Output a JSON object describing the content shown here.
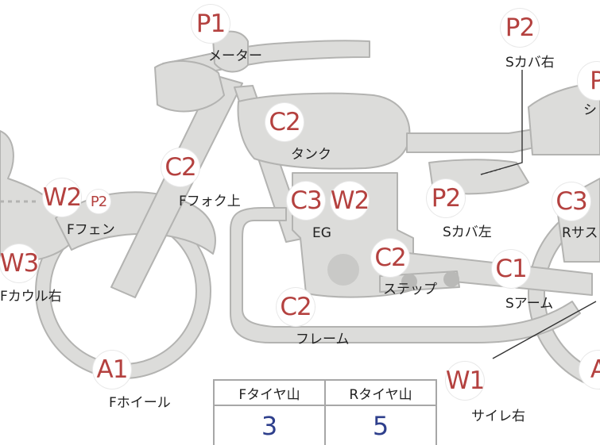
{
  "badges": [
    {
      "id": "p1-meter",
      "text": "P1"
    },
    {
      "id": "p2-scover-right",
      "text": "P2"
    },
    {
      "id": "p-seat-partial",
      "text": "P"
    },
    {
      "id": "c2-tank",
      "text": "C2"
    },
    {
      "id": "c2-ffork-upper",
      "text": "C2"
    },
    {
      "id": "w2-ffender",
      "text": "W2"
    },
    {
      "id": "p2-ffender",
      "text": "P2"
    },
    {
      "id": "c3-eg",
      "text": "C3"
    },
    {
      "id": "w2-eg",
      "text": "W2"
    },
    {
      "id": "p2-scover-left",
      "text": "P2"
    },
    {
      "id": "c3-rsus",
      "text": "C3"
    },
    {
      "id": "w3-fcowl-right",
      "text": "W3"
    },
    {
      "id": "c2-step",
      "text": "C2"
    },
    {
      "id": "c1-sarm",
      "text": "C1"
    },
    {
      "id": "c2-frame",
      "text": "C2"
    },
    {
      "id": "a1-fwheel",
      "text": "A1"
    },
    {
      "id": "w1-sairen-right",
      "text": "W1"
    },
    {
      "id": "a-rwheel-partial",
      "text": "A"
    }
  ],
  "labels": [
    {
      "id": "meter",
      "text": "メーター"
    },
    {
      "id": "scover-right",
      "text": "Sカバ右"
    },
    {
      "id": "seat-partial",
      "text": "シ"
    },
    {
      "id": "tank",
      "text": "タンク"
    },
    {
      "id": "ffork-upper",
      "text": "Fフォク上"
    },
    {
      "id": "ffender",
      "text": "Fフェン"
    },
    {
      "id": "eg",
      "text": "EG"
    },
    {
      "id": "scover-left",
      "text": "Sカバ左"
    },
    {
      "id": "rsus",
      "text": "Rサス"
    },
    {
      "id": "fcowl-right",
      "text": "Fカウル右"
    },
    {
      "id": "step",
      "text": "ステップ"
    },
    {
      "id": "sarm",
      "text": "Sアーム"
    },
    {
      "id": "frame",
      "text": "フレーム"
    },
    {
      "id": "fwheel",
      "text": "Fホイール"
    },
    {
      "id": "sairen-right",
      "text": "サイレ右"
    }
  ],
  "tire_table": {
    "headers": [
      "Fタイヤ山",
      "Rタイヤ山"
    ],
    "values": [
      "3",
      "5"
    ]
  },
  "colors": {
    "part_fill": "#dcdcda",
    "part_stroke": "#b3b3b1",
    "badge_text": "#b4413f",
    "value_text": "#2e3f8c"
  }
}
